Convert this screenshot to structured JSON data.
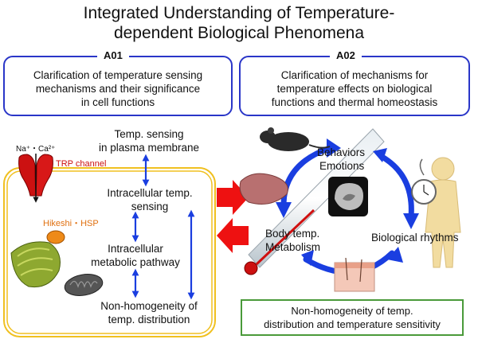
{
  "title": {
    "line1": "Integrated Understanding of Temperature-",
    "line2": "dependent Biological Phenomena"
  },
  "a01": {
    "tag": "A01",
    "line1": "Clarification of temperature sensing",
    "line2": "mechanisms and their significance",
    "line3": "in cell functions"
  },
  "a02": {
    "tag": "A02",
    "line1": "Clarification of mechanisms for",
    "line2": "temperature effects on biological",
    "line3": "functions and thermal homeostasis"
  },
  "left": {
    "ions": "Na⁺・Ca²⁺",
    "trp": "TRP channel",
    "hikeshi": "Hikeshi・HSP",
    "membrane_sensing_1": "Temp. sensing",
    "membrane_sensing_2": "in plasma membrane",
    "intracellular_1": "Intracellular temp.",
    "intracellular_2": "sensing",
    "metabolic_1": "Intracellular",
    "metabolic_2": "metabolic pathway",
    "nonhomog_1": "Non-homogeneity of",
    "nonhomog_2": "temp. distribution"
  },
  "right": {
    "behaviors": "Behaviors",
    "emotions": "Emotions",
    "body_temp": "Body temp.",
    "metabolism": "Metabolism",
    "rhythms": "Biological rhythms",
    "green_1": "Non-homogeneity of temp.",
    "green_2": "distribution and temperature sensitivity"
  },
  "colors": {
    "box_border": "#2a36c8",
    "arrow_blue": "#1a3ee0",
    "arrow_red": "#ee1111",
    "cell_border": "#f0c020",
    "green_border": "#4a9a3a",
    "trp_red": "#cc1111",
    "hikeshi_orange": "#e07010"
  }
}
